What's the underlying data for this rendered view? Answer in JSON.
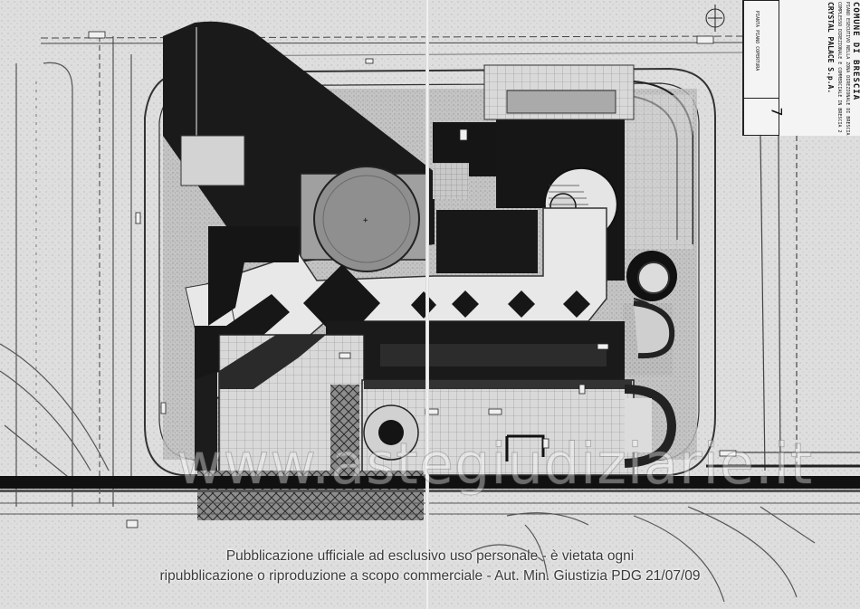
{
  "title_block": {
    "comune": "COMUNE DI BRESCIA",
    "project_line_1": "PIANO ESECUTIVO NELLA ZONA DIREZIONALE DI BRESCIA 2",
    "project_line_2": "COMPLESSO DIREZIONALE E COMMERCIALE IN BRESCIA 2",
    "company": "CRYSTAL PALACE S.p.A.",
    "sheet_title": "PIANTA PIANO COPERTURA",
    "sheet_number": "7"
  },
  "watermark": {
    "text": "www.astegiudiziarie.it"
  },
  "notice": {
    "line_1": "Pubblicazione ufficiale ad esclusivo uso personale - è vietata ogni",
    "line_2": "ripubblicazione o riproduzione a scopo commerciale - Aut. Min. Giustizia PDG 21/07/09"
  },
  "colors": {
    "paper": "#eeeeee",
    "ink": "#1c1c1c",
    "hatch": "#9a9a9a",
    "notice_text": "#3a3a3a"
  }
}
